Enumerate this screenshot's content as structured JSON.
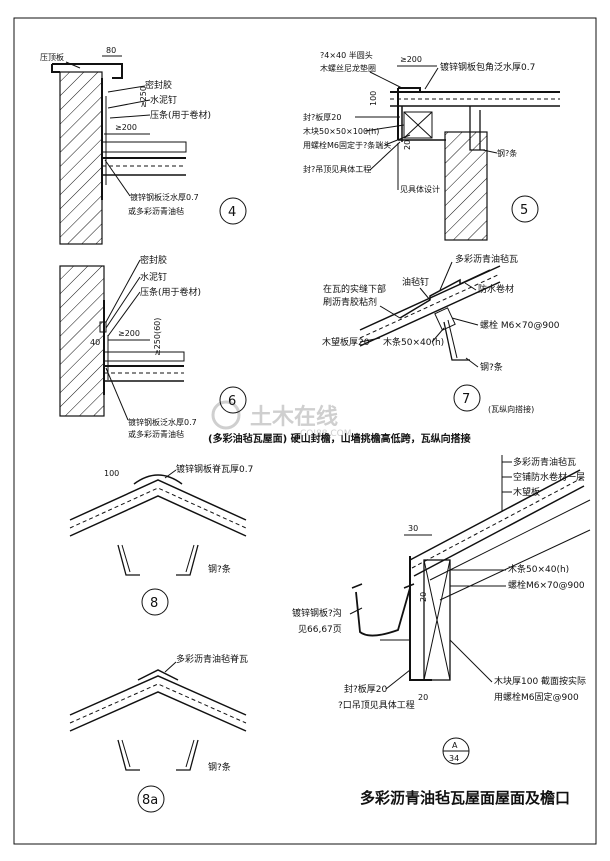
{
  "sheet": {
    "main_title": "多彩沥青油毡瓦屋面屋面及檐口",
    "mid_caption": "(多彩油毡瓦屋面) 硬山封檐，山墙挑檐高低跨，瓦纵向搭接",
    "sheet_ref": {
      "top": "A",
      "bottom": "34"
    },
    "watermark": {
      "main": "土木在线",
      "sub": "COI88.COM"
    }
  },
  "d4": {
    "num": "4",
    "dim_top": "80",
    "dim_side": "≥250",
    "dim_lap": "≥200",
    "labels": [
      "压顶板",
      "密封胶",
      "水泥钉",
      "压条(用于卷材)",
      "镀锌钢板泛水厚0.7",
      "或多彩沥青油毡"
    ]
  },
  "d5": {
    "num": "5",
    "dim_lap": "≥200",
    "dim_v1": "100",
    "dim_v2": "20",
    "labels": [
      "?4×40 半圆头",
      "木螺丝尼龙垫圈",
      "镀锌钢板包角泛水厚0.7",
      "封?板厚20",
      "木块50×50×100(h)",
      "用螺栓M6固定于?条端头",
      "封?吊顶见具体工程",
      "见具体设计",
      "钢?条"
    ]
  },
  "d6": {
    "num": "6",
    "dim_left": "40",
    "dim_lap": "≥200",
    "dim_side": "≥250(60)",
    "labels": [
      "密封胶",
      "水泥钉",
      "压条(用于卷材)",
      "镀锌钢板泛水厚0.7",
      "或多彩沥青油毡"
    ]
  },
  "d7": {
    "num": "7",
    "note": "(瓦纵向搭接)",
    "labels": [
      "多彩沥青油毡瓦",
      "油毡钉",
      "在瓦的实缝下部",
      "刷沥青胶粘剂",
      "防水卷材",
      "螺栓 M6×70@900",
      "木望板厚20",
      "木条50×40(h)",
      "钢?条"
    ]
  },
  "d8": {
    "num": "8",
    "dim": "100",
    "labels": [
      "镀锌钢板脊瓦厚0.7",
      "钢?条"
    ]
  },
  "d8a": {
    "num": "8a",
    "labels": [
      "多彩沥青油毡脊瓦",
      "钢?条"
    ]
  },
  "eave": {
    "dim_top": "30",
    "dim_left": "20",
    "dim_bottom": "20",
    "labels": [
      "多彩沥青油毡瓦",
      "空铺防水卷材一层",
      "木望板",
      "木条50×40(h)",
      "螺栓M6×70@900",
      "镀锌钢板?沟",
      "见66,67页",
      "封?板厚20",
      "?口吊顶见具体工程",
      "木块厚100  截面按实际",
      "用螺栓M6固定@900"
    ]
  }
}
